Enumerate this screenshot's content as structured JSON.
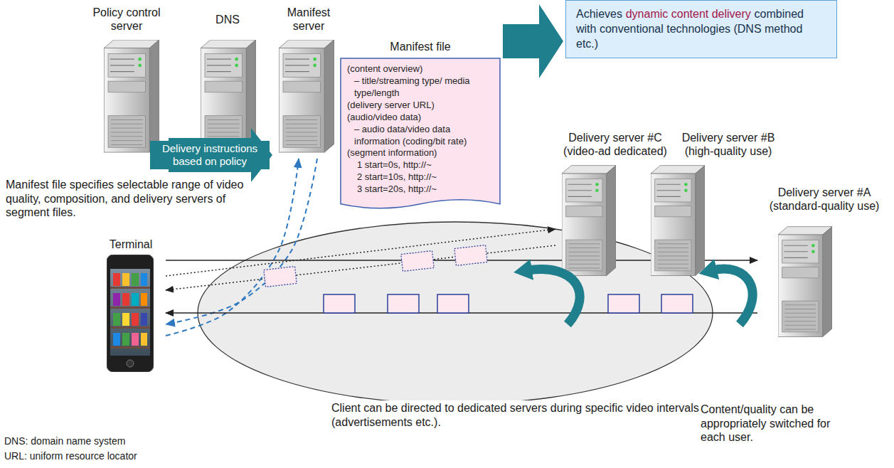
{
  "diagram": {
    "nodes": [
      {
        "text": [
          "Policy control server"
        ]
      },
      {
        "text": [
          "DNS"
        ]
      },
      {
        "text": [
          "Manifest server"
        ]
      },
      {
        "text": [
          "Manifest file",
          "(content overview)",
          "– title/streaming type/ media type/length",
          "(delivery server URL)",
          "(audio/video data)",
          "– audio data/video data information (coding/bit rate)",
          "(segment information)",
          "1 start=0s, http://~",
          "2 start=10s, http://~",
          "3 start=20s, http://~"
        ]
      },
      {
        "text": [
          "Achieves",
          "dynamic content delivery",
          "combined with conventional technologies (DNS method etc.)"
        ]
      },
      {
        "text": [
          "Delivery server #C (video-ad dedicated)"
        ]
      },
      {
        "text": [
          "Delivery server #B (high-quality use)"
        ]
      },
      {
        "text": [
          "Delivery server #A (standard-quality use)"
        ]
      },
      {
        "text": [
          "Terminal"
        ]
      }
    ],
    "edges": [
      {
        "from": 0,
        "to": 2,
        "arrow": "to",
        "label": "Delivery instructions based on policy"
      },
      {
        "from": 3,
        "to": 4,
        "arrow": "to"
      },
      {
        "from": 8,
        "to": 2,
        "arrow": "to"
      },
      {
        "from": 2,
        "to": 8,
        "arrow": "to"
      },
      {
        "from": 8,
        "to": 5,
        "arrow": "to"
      },
      {
        "from": 5,
        "to": 8,
        "arrow": "to"
      },
      {
        "from": 8,
        "to": 7,
        "arrow": "to"
      },
      {
        "from": 7,
        "to": 8,
        "arrow": "to"
      }
    ],
    "labels": [
      "Manifest file specifies selectable range of video quality, composition, and delivery servers of segment files.",
      "Client can be directed to dedicated servers during specific video intervals (advertisements etc.).",
      "Content/quality can be appropriately switched for each user.",
      "DNS: domain name system",
      "URL: uniform resource locator"
    ]
  }
}
